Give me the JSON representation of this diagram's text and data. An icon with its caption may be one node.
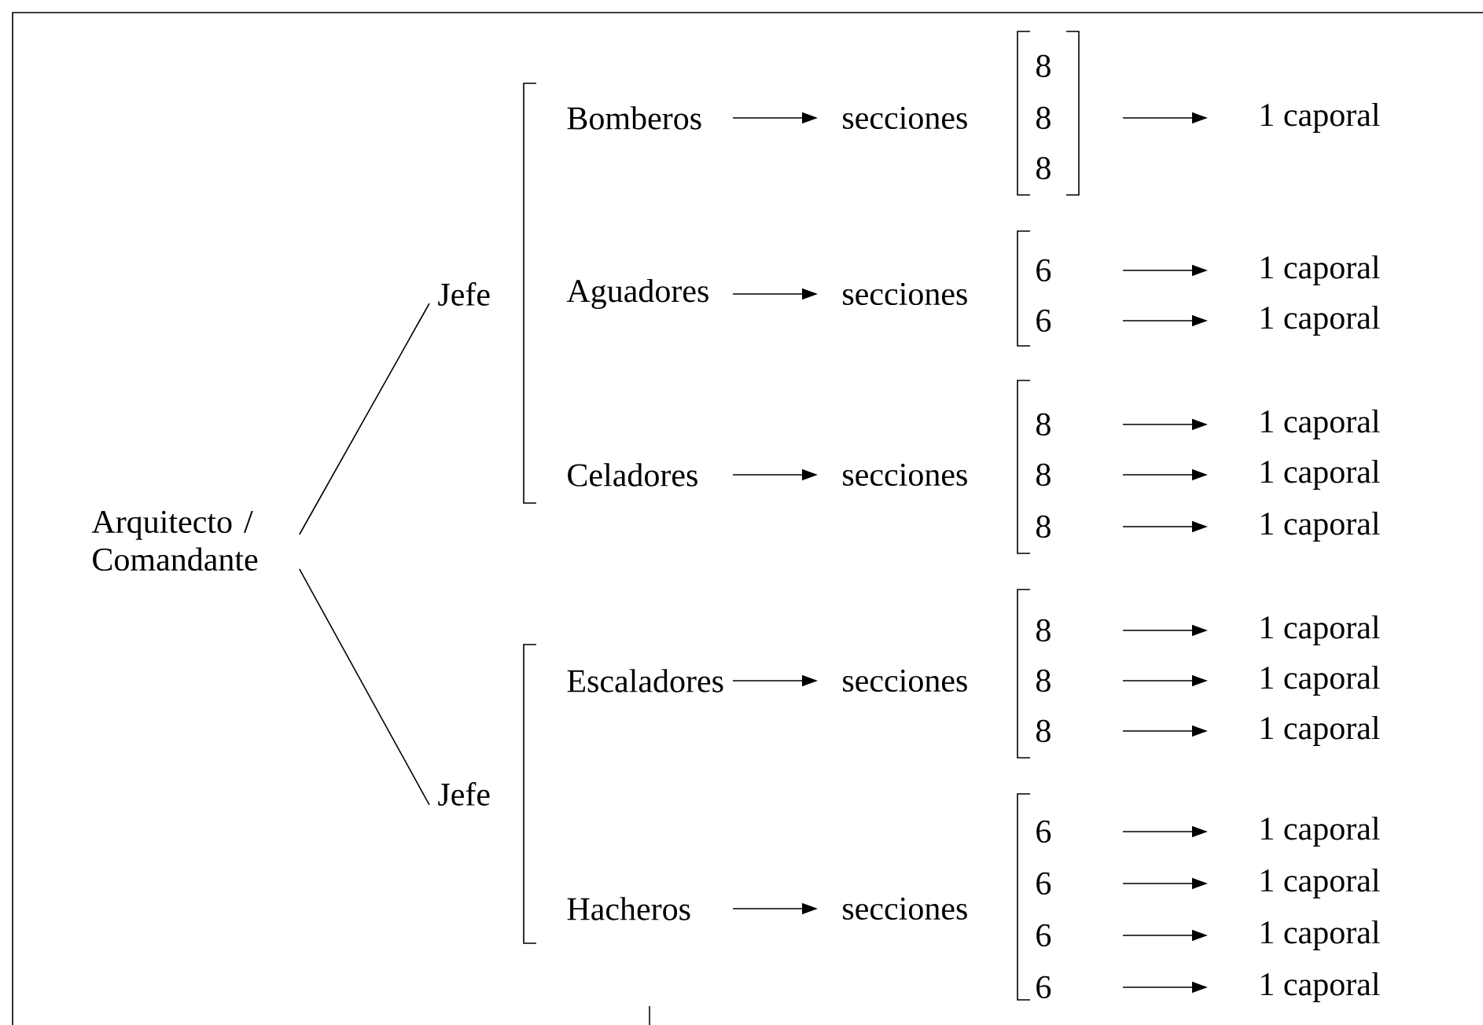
{
  "diagram": {
    "nodes": [
      {
        "text": [
          "Arquitecto / Comandante"
        ]
      },
      {
        "text": [
          "Jefe"
        ]
      },
      {
        "text": [
          "Jefe"
        ]
      },
      {
        "text": [
          "Bomberos"
        ]
      },
      {
        "text": [
          "secciones"
        ]
      },
      {
        "text": [
          "8"
        ]
      },
      {
        "text": [
          "8"
        ]
      },
      {
        "text": [
          "8"
        ]
      },
      {
        "text": [
          "1 caporal"
        ]
      },
      {
        "text": [
          "Aguadores"
        ]
      },
      {
        "text": [
          "secciones"
        ]
      },
      {
        "text": [
          "6"
        ]
      },
      {
        "text": [
          "1 caporal"
        ]
      },
      {
        "text": [
          "6"
        ]
      },
      {
        "text": [
          "1 caporal"
        ]
      },
      {
        "text": [
          "Celadores"
        ]
      },
      {
        "text": [
          "secciones"
        ]
      },
      {
        "text": [
          "8"
        ]
      },
      {
        "text": [
          "1 caporal"
        ]
      },
      {
        "text": [
          "8"
        ]
      },
      {
        "text": [
          "1 caporal"
        ]
      },
      {
        "text": [
          "8"
        ]
      },
      {
        "text": [
          "1 caporal"
        ]
      },
      {
        "text": [
          "Escaladores"
        ]
      },
      {
        "text": [
          "secciones"
        ]
      },
      {
        "text": [
          "8"
        ]
      },
      {
        "text": [
          "1 caporal"
        ]
      },
      {
        "text": [
          "8"
        ]
      },
      {
        "text": [
          "1 caporal"
        ]
      },
      {
        "text": [
          "8"
        ]
      },
      {
        "text": [
          "1 caporal"
        ]
      },
      {
        "text": [
          "Hacheros"
        ]
      },
      {
        "text": [
          "secciones"
        ]
      },
      {
        "text": [
          "6"
        ]
      },
      {
        "text": [
          "1 caporal"
        ]
      },
      {
        "text": [
          "6"
        ]
      },
      {
        "text": [
          "1 caporal"
        ]
      },
      {
        "text": [
          "6"
        ]
      },
      {
        "text": [
          "1 caporal"
        ]
      },
      {
        "text": [
          "6"
        ]
      },
      {
        "text": [
          "1 caporal"
        ]
      }
    ],
    "edges": [
      {
        "from": 0,
        "to": 1,
        "arrow": "none"
      },
      {
        "from": 0,
        "to": 2,
        "arrow": "none"
      },
      {
        "from": 3,
        "to": 4,
        "arrow": "to"
      },
      {
        "from": 6,
        "to": 8,
        "arrow": "to"
      },
      {
        "from": 9,
        "to": 10,
        "arrow": "to"
      },
      {
        "from": 11,
        "to": 12,
        "arrow": "to"
      },
      {
        "from": 13,
        "to": 14,
        "arrow": "to"
      },
      {
        "from": 15,
        "to": 16,
        "arrow": "to"
      },
      {
        "from": 17,
        "to": 18,
        "arrow": "to"
      },
      {
        "from": 19,
        "to": 20,
        "arrow": "to"
      },
      {
        "from": 21,
        "to": 22,
        "arrow": "to"
      },
      {
        "from": 23,
        "to": 24,
        "arrow": "to"
      },
      {
        "from": 25,
        "to": 26,
        "arrow": "to"
      },
      {
        "from": 27,
        "to": 28,
        "arrow": "to"
      },
      {
        "from": 29,
        "to": 30,
        "arrow": "to"
      },
      {
        "from": 31,
        "to": 32,
        "arrow": "to"
      },
      {
        "from": 33,
        "to": 34,
        "arrow": "to"
      },
      {
        "from": 35,
        "to": 36,
        "arrow": "to"
      },
      {
        "from": 37,
        "to": 38,
        "arrow": "to"
      },
      {
        "from": 39,
        "to": 40,
        "arrow": "to"
      }
    ]
  }
}
